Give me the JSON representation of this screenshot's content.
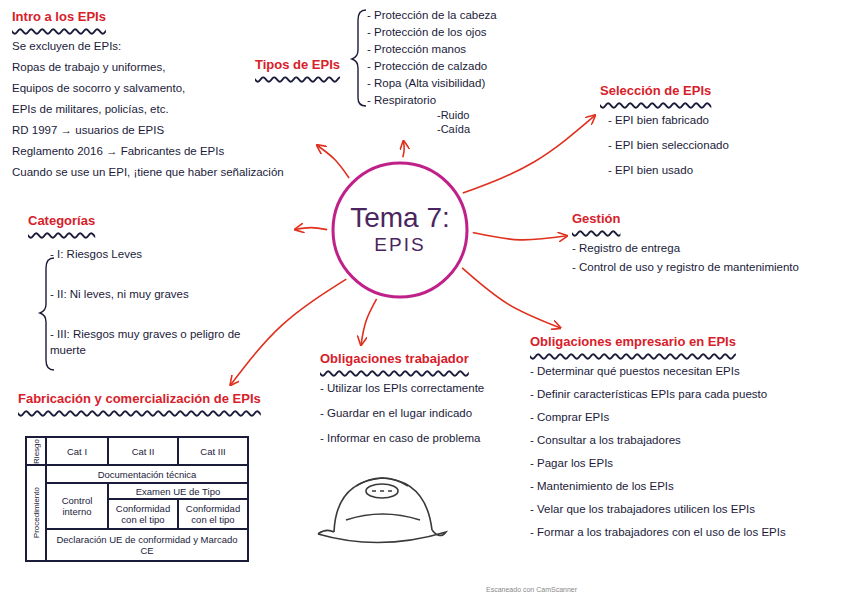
{
  "diagram": {
    "nodes": [
      {
        "text": [
          "Tema 7:",
          "EPIS"
        ]
      },
      {
        "text": [
          "Intro a los EPIs",
          "Se excluyen de EPIs:",
          "Ropas de trabajo y uniformes,",
          "Equipos de socorro y salvamento,",
          "EPIs de militares, policías, etc.",
          "RD 1997 → usuarios de EPIS",
          "Reglamento 2016 → Fabricantes de EPIs",
          "Cuando se use un EPI, ¡tiene que haber señalización"
        ]
      },
      {
        "text": [
          "Tipos de EPIs",
          "- Protección de la cabeza",
          "- Protección de los ojos",
          "- Protección manos",
          "- Protección de calzado",
          "- Ropa (Alta visibilidad)",
          "- Respiratorio",
          "-Ruido",
          "-Caída"
        ]
      },
      {
        "text": [
          "Selección de EPIs",
          "- EPI bien fabricado",
          "- EPI bien seleccionado",
          "- EPI bien usado"
        ]
      },
      {
        "text": [
          "Gestión",
          "- Registro de entrega",
          "- Control de uso y registro de mantenimiento"
        ]
      },
      {
        "text": [
          "Obligaciones empresario en EPIs",
          "- Determinar qué puestos necesitan EPIs",
          "- Definir características EPIs para cada puesto",
          "- Comprar EPIs",
          "- Consultar a los trabajadores",
          "- Pagar los EPIs",
          "- Mantenimiento de los EPIs",
          "- Velar que los trabajadores utilicen los EPIs",
          "- Formar a los trabajadores con el uso de los EPIs"
        ]
      },
      {
        "text": [
          "Obligaciones trabajador",
          "- Utilizar los EPIs correctamente",
          "- Guardar en el lugar indicado",
          "- Informar en caso de problema"
        ]
      },
      {
        "text": [
          "Fabricación y comercialización de EPIs"
        ]
      },
      {
        "text": [
          "Categorías",
          "- I: Riesgos Leves",
          "- II: Ni leves, ni muy graves",
          "- III: Riesgos muy graves o peligro de muerte"
        ]
      }
    ],
    "edges": [
      {
        "from": 0,
        "to": 1,
        "arrow": "to"
      },
      {
        "from": 0,
        "to": 2,
        "arrow": "to"
      },
      {
        "from": 0,
        "to": 3,
        "arrow": "to"
      },
      {
        "from": 0,
        "to": 4,
        "arrow": "to"
      },
      {
        "from": 0,
        "to": 5,
        "arrow": "to"
      },
      {
        "from": 0,
        "to": 6,
        "arrow": "to"
      },
      {
        "from": 0,
        "to": 7,
        "arrow": "to"
      },
      {
        "from": 0,
        "to": 8,
        "arrow": "to"
      }
    ],
    "labels": [
      "Riesgo",
      "Cat I",
      "Cat II",
      "Cat III",
      "Procedimiento",
      "Documentación técnica",
      "Examen UE de Tipo",
      "Control interno",
      "Conformidad con el tipo",
      "Conformidad con el tipo",
      "Declaración UE de conformidad y Marcado CE",
      "Escaneado con CamScanner"
    ]
  }
}
